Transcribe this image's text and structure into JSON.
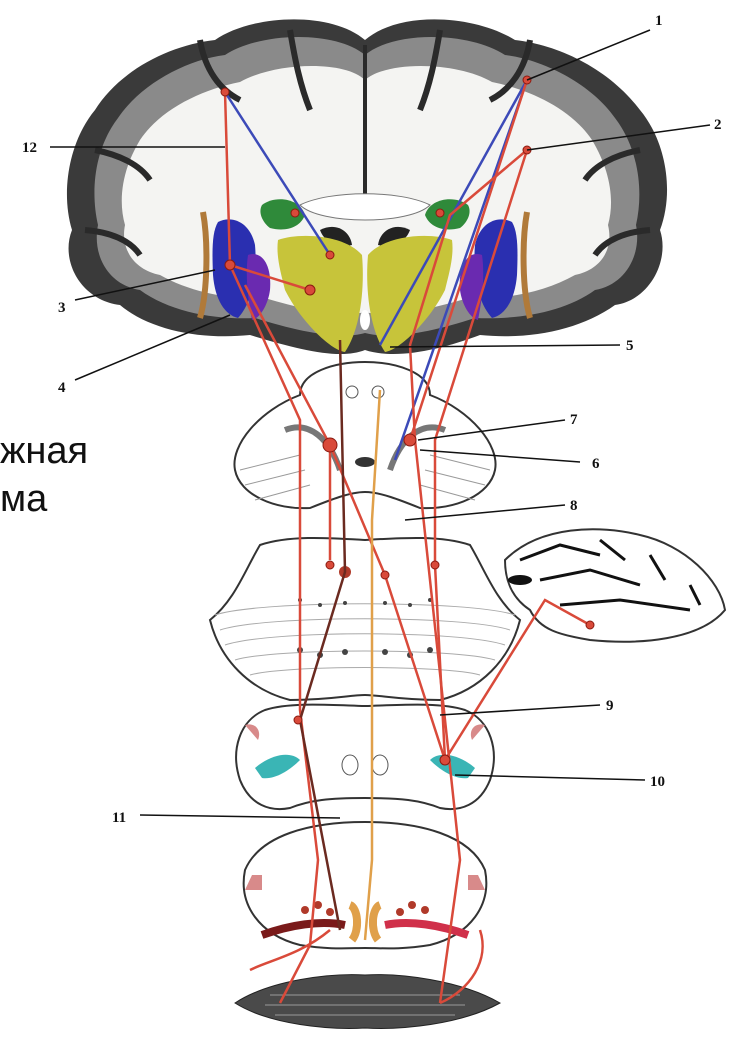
{
  "side_text": [
    "жная",
    "ма"
  ],
  "callouts": [
    "1",
    "2",
    "3",
    "4",
    "5",
    "6",
    "7",
    "8",
    "9",
    "10",
    "11",
    "12"
  ],
  "colors": {
    "pyramidal_red": "#d94a3a",
    "pathway_blue": "#3c4ab8",
    "extrapyramidal_orange": "#e0a04a",
    "dark_brown": "#6b2a20",
    "thalamus_yellow": "#c7c43a",
    "caudate_green": "#2f8a3a",
    "putamen_blue": "#2a2fb0",
    "globus_purple": "#6a2ab0",
    "olive_cyan": "#3ab5b5",
    "cortex_gray": "#3a3a3a"
  }
}
